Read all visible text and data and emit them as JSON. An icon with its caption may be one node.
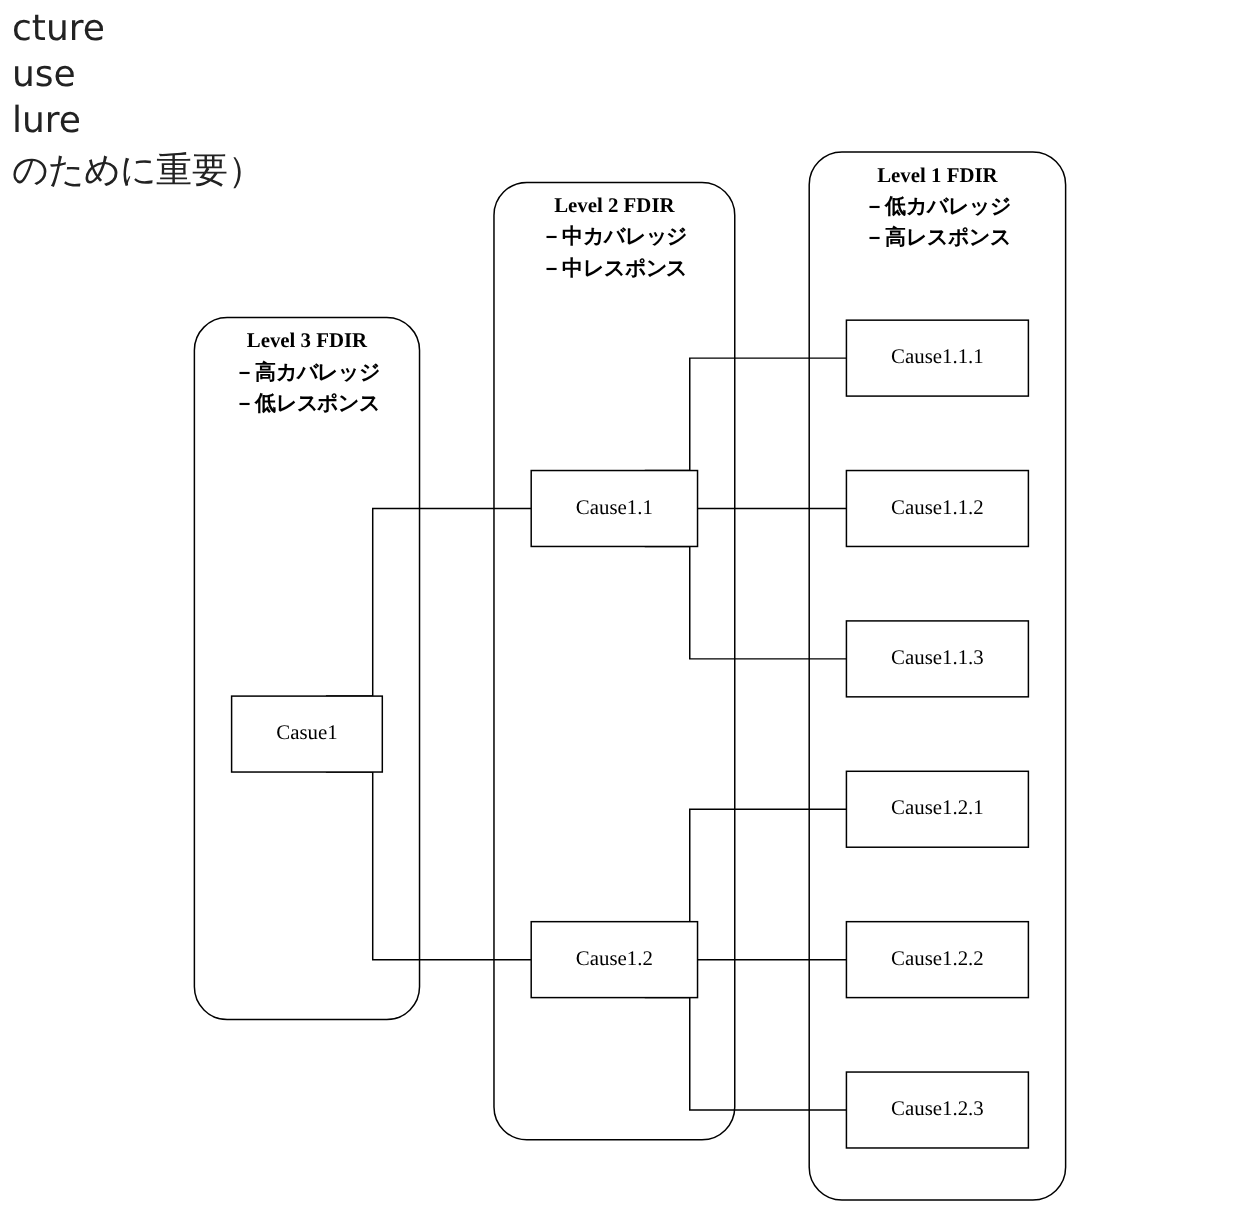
{
  "diagram": {
    "nodes": [
      {
        "text": [
          "Level 3 FDIR",
          "－高カバレッジ",
          "－低レスポンス"
        ]
      },
      {
        "text": [
          "Casue1"
        ],
        "in": 0
      },
      {
        "text": [
          "Level 2 FDIR",
          "－中カバレッジ",
          "－中レスポンス"
        ]
      },
      {
        "text": [
          "Cause1.1"
        ],
        "in": 2
      },
      {
        "text": [
          "Cause1.2"
        ],
        "in": 2
      },
      {
        "text": [
          "Level 1 FDIR",
          "－低カバレッジ",
          "－高レスポンス"
        ]
      },
      {
        "text": [
          "Cause1.1.1"
        ],
        "in": 5
      },
      {
        "text": [
          "Cause1.1.2"
        ],
        "in": 5
      },
      {
        "text": [
          "Cause1.1.3"
        ],
        "in": 5
      },
      {
        "text": [
          "Cause1.2.1"
        ],
        "in": 5
      },
      {
        "text": [
          "Cause1.2.2"
        ],
        "in": 5
      },
      {
        "text": [
          "Cause1.2.3"
        ],
        "in": 5
      }
    ],
    "edges": [
      {
        "from": 1,
        "to": 3,
        "arrow": "none"
      },
      {
        "from": 1,
        "to": 4,
        "arrow": "none"
      },
      {
        "from": 3,
        "to": 6,
        "arrow": "none"
      },
      {
        "from": 3,
        "to": 7,
        "arrow": "none"
      },
      {
        "from": 3,
        "to": 8,
        "arrow": "none"
      },
      {
        "from": 4,
        "to": 9,
        "arrow": "none"
      },
      {
        "from": 4,
        "to": 10,
        "arrow": "none"
      },
      {
        "from": 4,
        "to": 11,
        "arrow": "none"
      }
    ],
    "labels": [
      "cture",
      "use",
      "lure",
      "のために重要）"
    ]
  }
}
